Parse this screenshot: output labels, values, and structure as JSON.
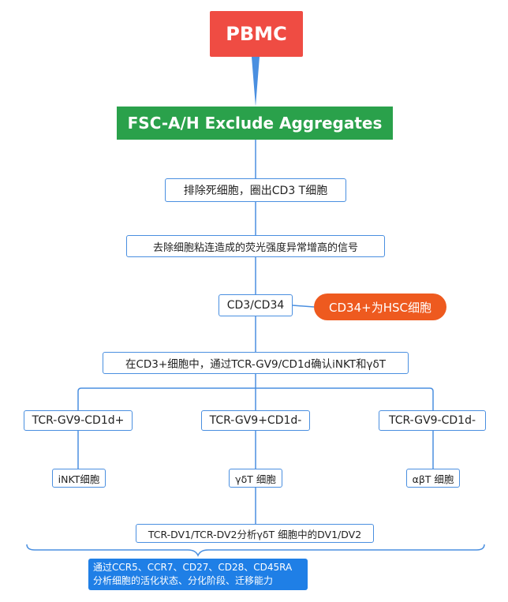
{
  "colors": {
    "root": "#ef4c43",
    "level1": "#2aa14b",
    "node_border": "#4a8fe0",
    "connector": "#4a8fe0",
    "callout": "#ee5a1f",
    "summary": "#1f7fe6"
  },
  "diagram": {
    "root": "PBMC",
    "level1": "FSC-A/H Exclude Aggregates",
    "step1": "排除死细胞，圈出CD3 T细胞",
    "step2": "去除细胞粘连造成的荧光强度异常增高的信号",
    "step3": "CD3/CD34",
    "callout": "CD34+为HSC细胞",
    "step4": "在CD3+细胞中，通过TCR-GV9/CD1d确认iNKT和γδT",
    "branches": [
      {
        "gate": "TCR-GV9-CD1d+",
        "leaf": "iNKT细胞"
      },
      {
        "gate": "TCR-GV9+CD1d-",
        "leaf": "γδT 细胞"
      },
      {
        "gate": "TCR-GV9-CD1d-",
        "leaf": "αβT 细胞"
      }
    ],
    "dv": "TCR-DV1/TCR-DV2分析γδT 细胞中的DV1/DV2",
    "summary": {
      "line1": "通过CCR5、CCR7、CD27、CD28、CD45RA",
      "line2": "分析细胞的活化状态、分化阶段、迁移能力"
    }
  }
}
